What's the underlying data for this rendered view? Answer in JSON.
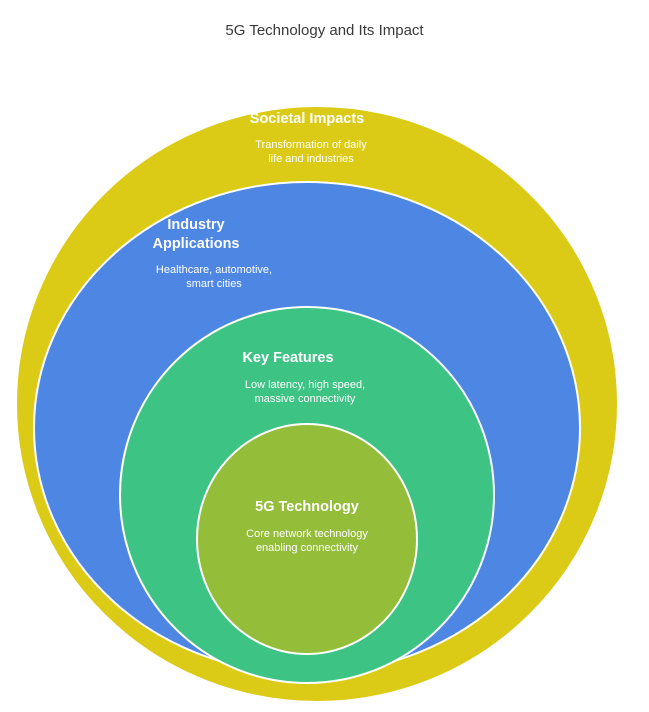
{
  "title": "5G Technology and Its Impact",
  "layers": [
    {
      "title_lines": [
        "Societal Impacts"
      ],
      "desc_lines": [
        "Transformation of daily",
        "life and industries"
      ],
      "color": "#DCCB16"
    },
    {
      "title_lines": [
        "Industry",
        "Applications"
      ],
      "desc_lines": [
        "Healthcare, automotive,",
        "smart cities"
      ],
      "color": "#4E86E4"
    },
    {
      "title_lines": [
        "Key Features"
      ],
      "desc_lines": [
        "Low latency, high speed,",
        "massive connectivity"
      ],
      "color": "#3DC485"
    },
    {
      "title_lines": [
        "5G Technology"
      ],
      "desc_lines": [
        "Core network technology",
        "enabling connectivity"
      ],
      "color": "#94BD3A"
    }
  ]
}
